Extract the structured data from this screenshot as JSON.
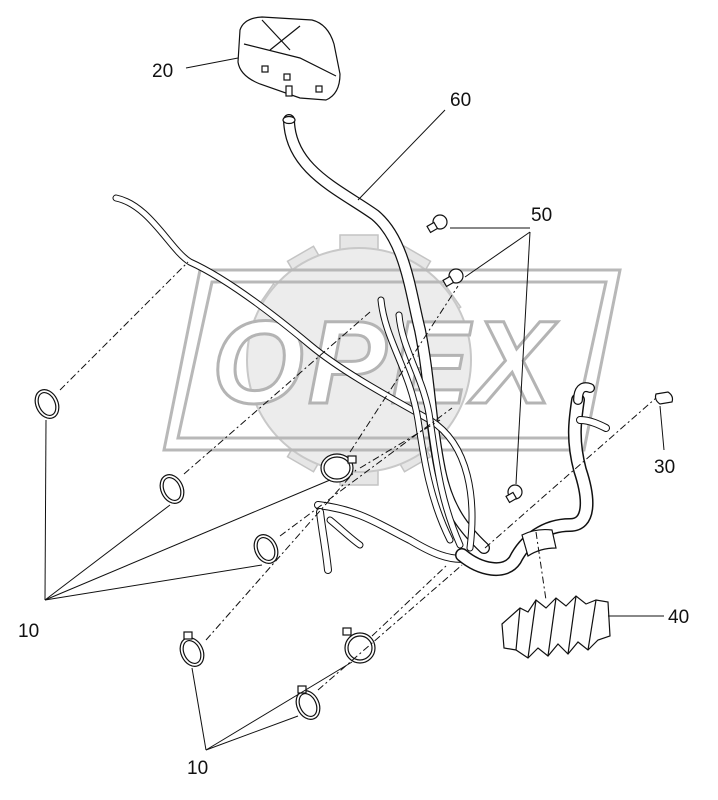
{
  "watermark": {
    "text": "OPEX"
  },
  "callouts": {
    "c20": "20",
    "c60": "60",
    "c50": "50",
    "c30": "30",
    "c40": "40",
    "c10a": "10",
    "c10b": "10"
  },
  "colors": {
    "line": "#111111",
    "watermark": "#b8b8b8",
    "background": "#ffffff"
  }
}
